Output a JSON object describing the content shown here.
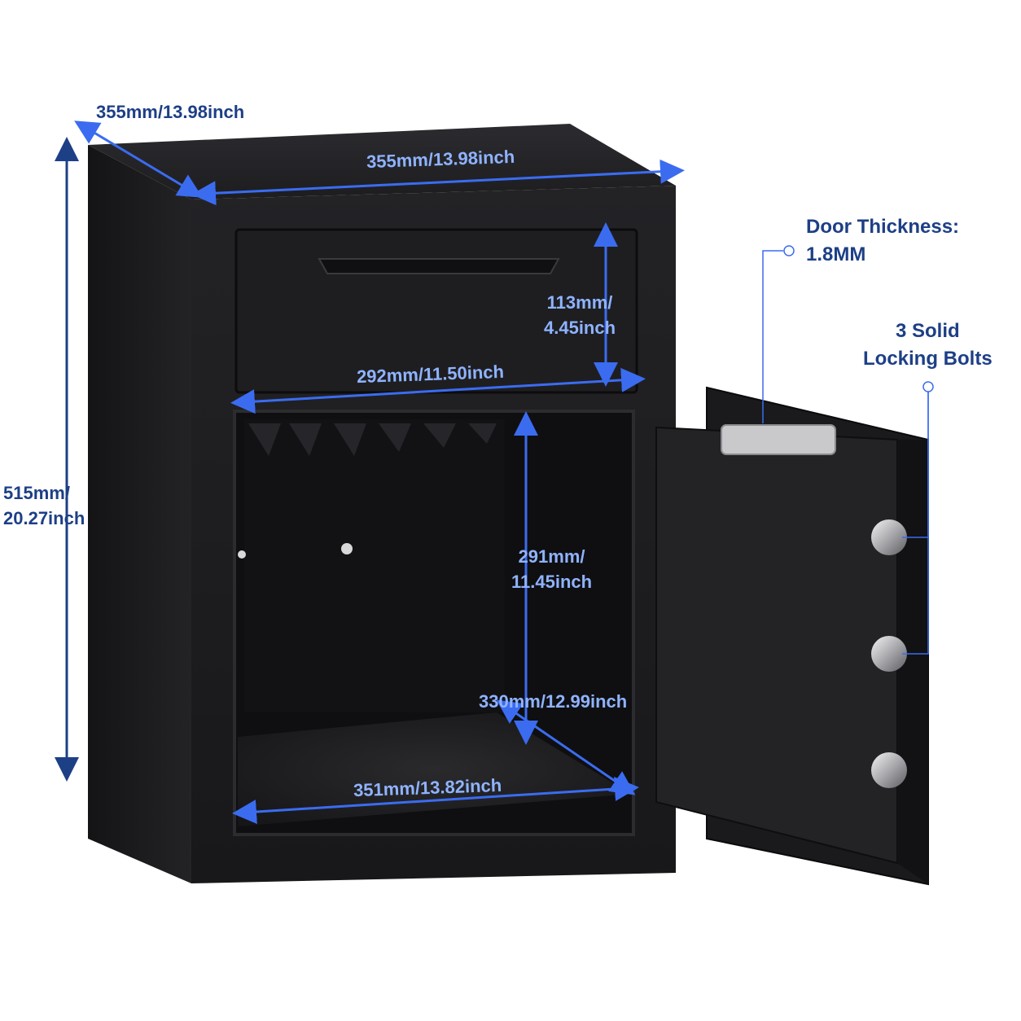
{
  "product": {
    "name": "depository safe",
    "body_color": "#1b1b1d",
    "accent_color": "#3b6cf0",
    "label_color": "#1d3f86"
  },
  "dimensions": {
    "depth_top": "355mm/13.98inch",
    "width_top": "355mm/13.98inch",
    "height_line1": "515mm/",
    "height_line2": "20.27inch",
    "drawer_height_line1": "113mm/",
    "drawer_height_line2": "4.45inch",
    "drawer_width": "292mm/11.50inch",
    "inner_height_line1": "291mm/",
    "inner_height_line2": "11.45inch",
    "inner_depth": "330mm/12.99inch",
    "inner_width": "351mm/13.82inch"
  },
  "callouts": {
    "door_thickness_line1": "Door Thickness:",
    "door_thickness_line2": "1.8MM",
    "bolts_line1": "3 Solid",
    "bolts_line2": "Locking Bolts"
  }
}
